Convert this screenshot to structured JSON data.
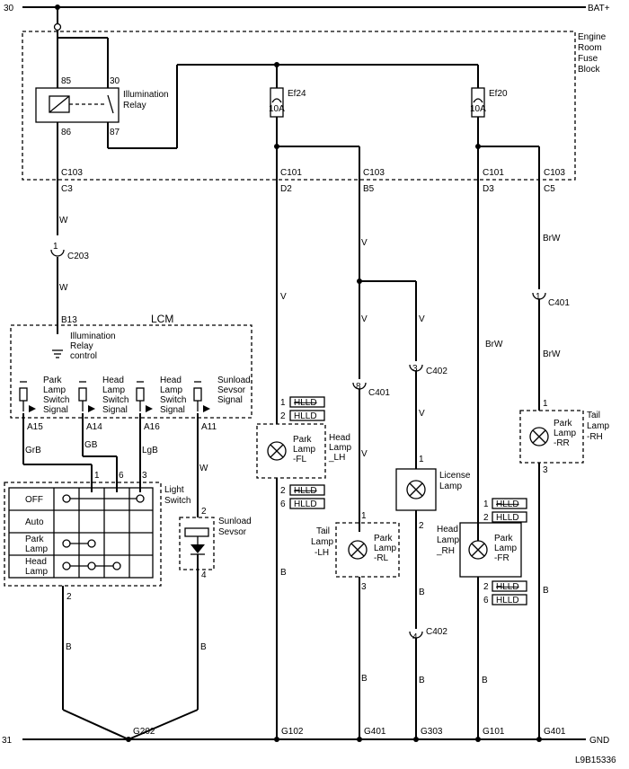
{
  "rails": {
    "top_number": "30",
    "top_label": "BAT+",
    "bottom_number": "31",
    "bottom_label": "GND"
  },
  "fuse_block": {
    "title_lines": [
      "Engine",
      "Room",
      "Fuse",
      "Block"
    ],
    "fuses": [
      {
        "name": "Ef24",
        "rating": "10A"
      },
      {
        "name": "Ef20",
        "rating": "10A"
      }
    ]
  },
  "relay": {
    "name_lines": [
      "Illumination",
      "Relay"
    ],
    "pins": [
      "85",
      "30",
      "86",
      "87"
    ]
  },
  "connectors": {
    "c103_left": {
      "name": "C103",
      "pin": "C3"
    },
    "c101_d2": {
      "name": "C101",
      "pin": "D2"
    },
    "c103_b5": {
      "name": "C103",
      "pin": "B5"
    },
    "c101_d3": {
      "name": "C101",
      "pin": "D3"
    },
    "c103_c5": {
      "name": "C103",
      "pin": "C5"
    },
    "c203": {
      "name": "C203",
      "pin": "1"
    },
    "c401_left": {
      "name": "C401",
      "pin": "8"
    },
    "c402_top": {
      "name": "C402",
      "pin": "3"
    },
    "c402_bottom": {
      "name": "C402",
      "pin": "4"
    },
    "c401_right": {
      "name": "C401",
      "pin": "1"
    }
  },
  "wire_colors": {
    "w": "W",
    "v": "V",
    "brw": "BrW",
    "grb": "GrB",
    "gb": "GB",
    "lgb": "LgB",
    "b": "B"
  },
  "lcm": {
    "title": "LCM",
    "input_pin": "B13",
    "input_label_lines": [
      "Illumination",
      "Relay",
      "control"
    ],
    "switches": [
      {
        "pin": "A15",
        "lines": [
          "Park",
          "Lamp",
          "Switch",
          "Signal"
        ]
      },
      {
        "pin": "A14",
        "lines": [
          "Head",
          "Lamp",
          "Switch",
          "Signal"
        ]
      },
      {
        "pin": "A16",
        "lines": [
          "Head",
          "Lamp",
          "Switch",
          "Signal"
        ]
      },
      {
        "pin": "A11",
        "lines": [
          "Sunload",
          "Sevsor",
          "Signal"
        ]
      }
    ]
  },
  "light_switch": {
    "title_lines": [
      "Light",
      "Switch"
    ],
    "rows": [
      [
        "OFF"
      ],
      [
        "Auto"
      ],
      [
        "Park",
        "Lamp"
      ],
      [
        "Head",
        "Lamp"
      ]
    ],
    "pins_top": [
      "1",
      "6",
      "3"
    ],
    "pin_bottom": "2"
  },
  "sunload_sensor": {
    "name_lines": [
      "Sunload",
      "Sevsor"
    ],
    "pin_top": "2",
    "pin_bottom": "4"
  },
  "lamps": {
    "fl": {
      "name_lines": [
        "Park",
        "Lamp",
        "-FL"
      ],
      "group_lines": [
        "Head",
        "Lamp",
        "_LH"
      ],
      "pin_tags": [
        [
          "1",
          "HLLD"
        ],
        [
          "2",
          "HLLD"
        ],
        [
          "2",
          "HLLD"
        ],
        [
          "6",
          "HLLD"
        ]
      ]
    },
    "rl": {
      "name_lines": [
        "Park",
        "Lamp",
        "-RL"
      ],
      "group_lines": [
        "Tail",
        "Lamp",
        "-LH"
      ],
      "pin_top": "1",
      "pin_bottom": "3"
    },
    "license": {
      "name_lines": [
        "License",
        "Lamp"
      ],
      "pin_top": "1",
      "pin_bottom": "2"
    },
    "fr": {
      "name_lines": [
        "Park",
        "Lamp",
        "-FR"
      ],
      "group_lines": [
        "Head",
        "Lamp",
        "_RH"
      ],
      "pin_tags": [
        [
          "1",
          "HLLD"
        ],
        [
          "2",
          "HLLD"
        ],
        [
          "2",
          "HLLD"
        ],
        [
          "6",
          "HLLD"
        ]
      ]
    },
    "rr": {
      "name_lines": [
        "Park",
        "Lamp",
        "-RR"
      ],
      "group_lines": [
        "Tail",
        "Lamp",
        "-RH"
      ],
      "pin_top": "1",
      "pin_bottom": "3"
    }
  },
  "grounds": [
    "G202",
    "G102",
    "G401",
    "G303",
    "G101",
    "G401"
  ],
  "diagram_id": "L9B15336"
}
